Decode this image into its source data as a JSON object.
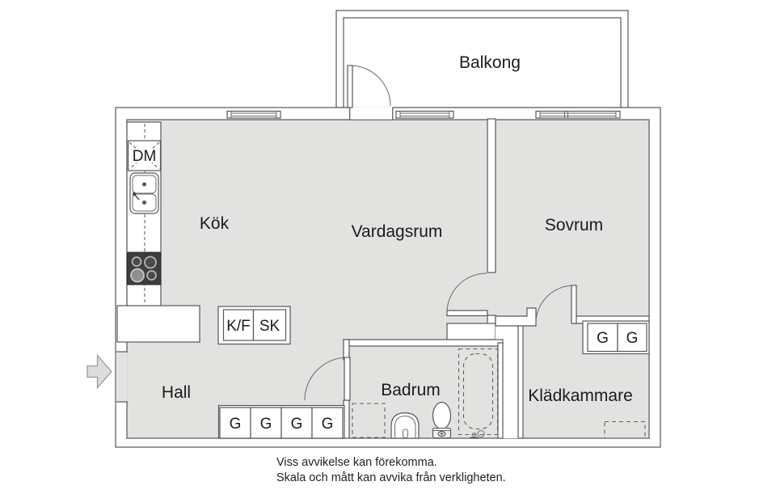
{
  "floorplan": {
    "rooms": {
      "balkong": "Balkong",
      "kok": "Kök",
      "vardagsrum": "Vardagsrum",
      "sovrum": "Sovrum",
      "hall": "Hall",
      "badrum": "Badrum",
      "kladkammare": "Klädkammare"
    },
    "appliances": {
      "dm": "DM",
      "kf": "K/F",
      "sk": "SK"
    },
    "wardrobes": {
      "hall": [
        "G",
        "G",
        "G",
        "G"
      ],
      "kladkammare": [
        "G",
        "G"
      ]
    },
    "disclaimer": {
      "line1": "Viss avvikelse kan förekomma.",
      "line2": "Skala och mått kan avvika från verkligheten."
    },
    "colors": {
      "floor": "#e2e2e0",
      "wall_line": "#565656",
      "text": "#1b1b1b"
    }
  }
}
